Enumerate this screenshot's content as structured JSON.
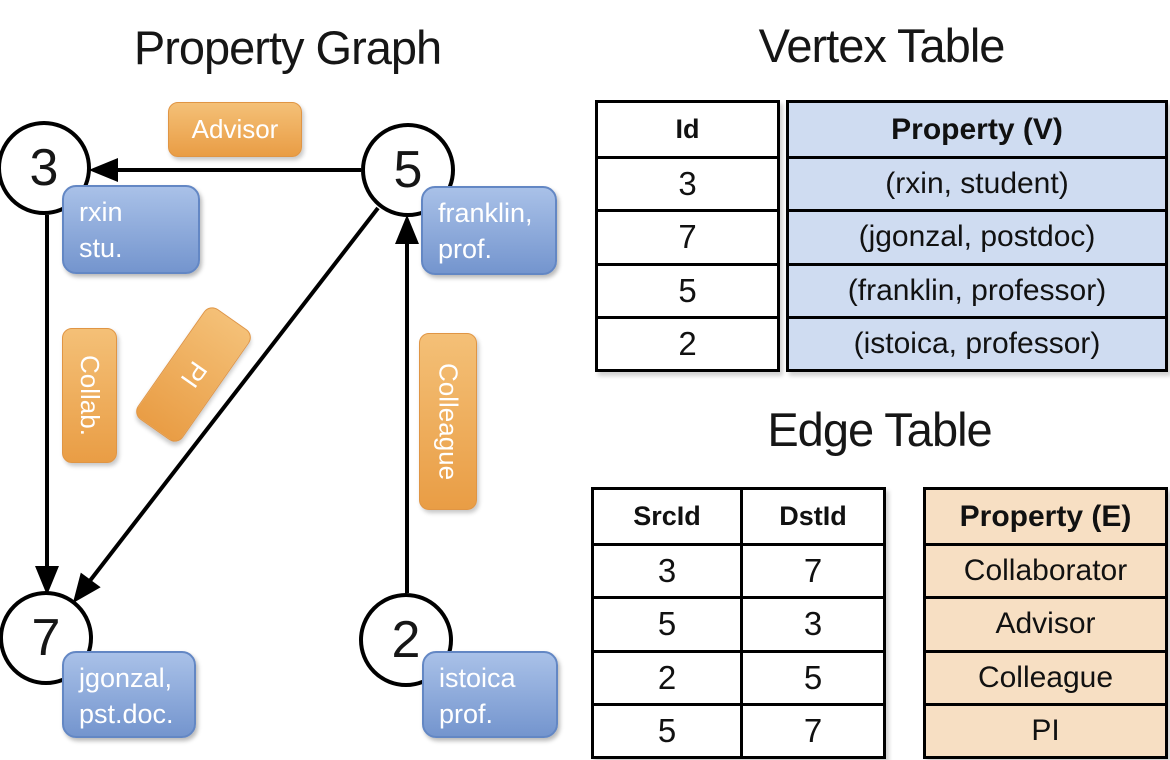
{
  "titles": {
    "graph": "Property Graph",
    "vertex_table": "Vertex Table",
    "edge_table": "Edge Table"
  },
  "graph": {
    "vertices": [
      {
        "id": "3",
        "line1": "rxin",
        "line2": "stu."
      },
      {
        "id": "5",
        "line1": "franklin,",
        "line2": "prof."
      },
      {
        "id": "7",
        "line1": "jgonzal,",
        "line2": "pst.doc."
      },
      {
        "id": "2",
        "line1": "istoica",
        "line2": "prof."
      }
    ],
    "edges": [
      {
        "src": "5",
        "dst": "3",
        "label": "Advisor"
      },
      {
        "src": "3",
        "dst": "7",
        "label": "Collab."
      },
      {
        "src": "5",
        "dst": "7",
        "label": "PI"
      },
      {
        "src": "2",
        "dst": "5",
        "label": "Colleague"
      }
    ]
  },
  "vertex_table": {
    "columns": [
      "Id",
      "Property (V)"
    ],
    "rows": [
      {
        "id": "3",
        "property": "(rxin, student)"
      },
      {
        "id": "7",
        "property": "(jgonzal, postdoc)"
      },
      {
        "id": "5",
        "property": "(franklin, professor)"
      },
      {
        "id": "2",
        "property": "(istoica, professor)"
      }
    ]
  },
  "edge_table": {
    "columns": [
      "SrcId",
      "DstId",
      "Property (E)"
    ],
    "rows": [
      {
        "src": "3",
        "dst": "7",
        "property": "Collaborator"
      },
      {
        "src": "5",
        "dst": "3",
        "property": "Advisor"
      },
      {
        "src": "2",
        "dst": "5",
        "property": "Colleague"
      },
      {
        "src": "5",
        "dst": "7",
        "property": "PI"
      }
    ]
  },
  "colors": {
    "edge_label_orange_top": "#f4c077",
    "edge_label_orange_bottom": "#e99d45",
    "vertex_label_blue_top": "#a9c1e8",
    "vertex_label_blue_bottom": "#7495ce",
    "vertex_cell_bg": "#cfdcf1",
    "edge_cell_bg": "#f7dfc3",
    "line_color": "#000000"
  }
}
